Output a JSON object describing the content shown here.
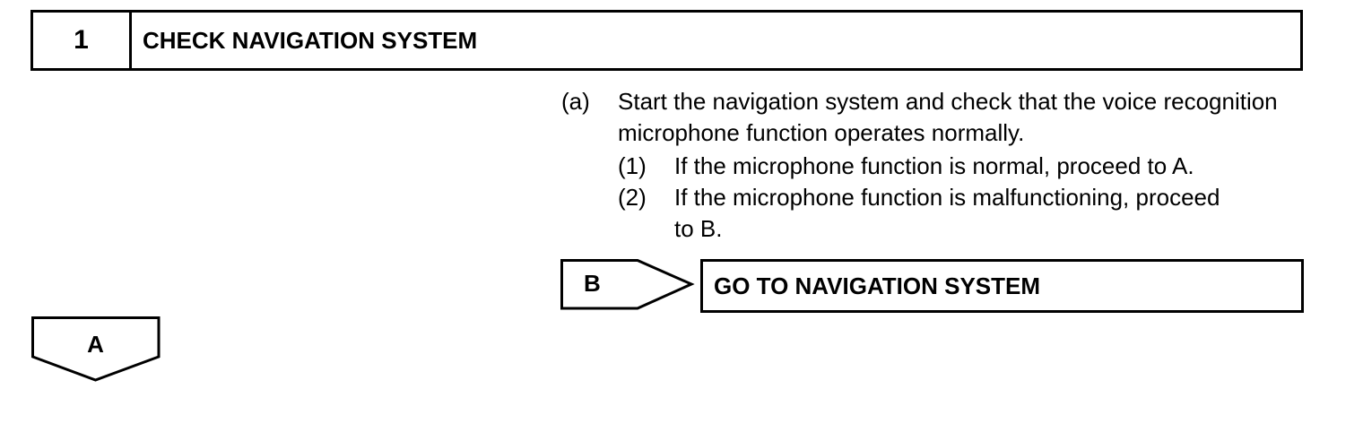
{
  "step": {
    "number": "1",
    "title": "CHECK NAVIGATION SYSTEM"
  },
  "instructions": {
    "a": {
      "marker": "(a)",
      "text": "Start the navigation system and check that the voice recognition microphone function operates normally."
    },
    "subs": [
      {
        "marker": "(1)",
        "text": "If the microphone function is normal, proceed to A."
      },
      {
        "marker": "(2)",
        "text": "If the microphone function is malfunctioning, proceed to B."
      }
    ]
  },
  "branch_b": {
    "label": "B",
    "result": "GO TO NAVIGATION SYSTEM"
  },
  "branch_a": {
    "label": "A"
  }
}
